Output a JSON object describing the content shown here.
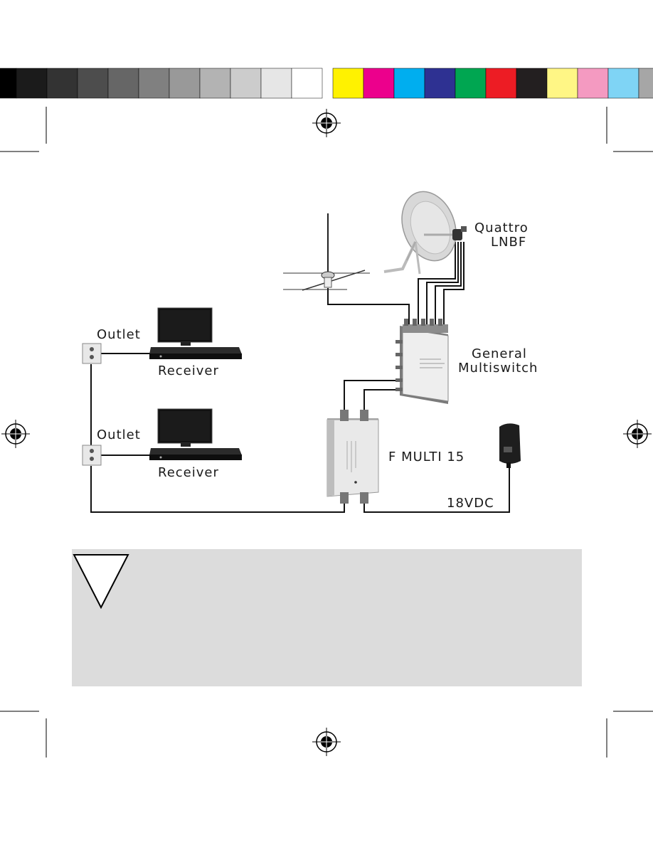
{
  "gray_swatches": [
    "#000000",
    "#1b1b1b",
    "#333333",
    "#4d4d4d",
    "#666666",
    "#808080",
    "#999999",
    "#b3b3b3",
    "#cccccc",
    "#e6e6e6",
    "#ffffff"
  ],
  "color_swatches": [
    "#fff200",
    "#ec008c",
    "#00aeef",
    "#2e3192",
    "#00a651",
    "#ed1c24",
    "#231f20",
    "#fff685",
    "#f49ac1",
    "#7fd4f5",
    "#a6a6a6"
  ],
  "labels": {
    "lnbf_line1": "Quattro",
    "lnbf_line2": "LNBF",
    "multiswitch_line1": "General",
    "multiswitch_line2": "Multiswitch",
    "outlet_top": "Outlet",
    "receiver_top": "Receiver",
    "outlet_bottom": "Outlet",
    "receiver_bottom": "Receiver",
    "amplifier": "F MULTI 15",
    "power": "18VDC"
  },
  "warning_box": {
    "background": "#dcdcdc",
    "icon": "warning-triangle-icon"
  },
  "registration_icon": "crosshair-registration-icon"
}
